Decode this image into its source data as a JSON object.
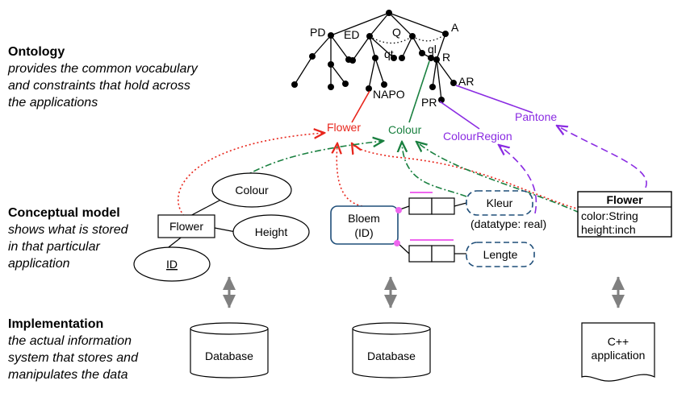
{
  "layers": {
    "ontology": {
      "title": "Ontology",
      "lines": [
        "provides the common vocabulary",
        "and constraints that hold across",
        "the applications"
      ]
    },
    "conceptual": {
      "title": "Conceptual model",
      "lines": [
        "shows what is stored",
        "in that particular",
        "application"
      ]
    },
    "implementation": {
      "title": "Implementation",
      "lines": [
        "the actual information",
        "system that stores and",
        "manipulates the data"
      ]
    }
  },
  "ontology_tree": {
    "labels": {
      "pd": "PD",
      "ed": "ED",
      "q": "Q",
      "a": "A",
      "qt": "qt",
      "ql": "ql",
      "r": "R",
      "ar": "AR",
      "pr": "PR",
      "napo": "NAPO"
    },
    "terms": {
      "flower": "Flower",
      "colour": "Colour",
      "colour_region": "ColourRegion",
      "pantone": "Pantone"
    }
  },
  "model1": {
    "flower": "Flower",
    "colour": "Colour",
    "height": "Height",
    "id": "ID"
  },
  "model2": {
    "bloem_line1": "Bloem",
    "bloem_line2": "(ID)",
    "kleur": "Kleur",
    "datatype": "(datatype: real)",
    "lengte": "Lengte"
  },
  "model3": {
    "class_name": "Flower",
    "attr1": "color:String",
    "attr2": "height:inch"
  },
  "implementations": {
    "db1": "Database",
    "db2": "Database",
    "app_line1": "C++",
    "app_line2": "application"
  },
  "colors": {
    "red": "#e8261c",
    "green": "#1a8040",
    "purple": "#8a2be2",
    "navy": "#1f4e79",
    "gray": "#777777",
    "pink": "#ee66ee"
  }
}
